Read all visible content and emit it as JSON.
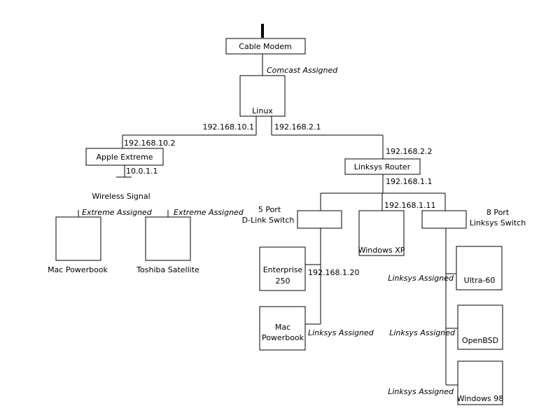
{
  "nodes": {
    "cable_modem": "Cable Modem",
    "linux": "Linux",
    "apple_extreme": "Apple Extreme",
    "linksys_router": "Linksys Router",
    "dlink_switch_label": [
      "5 Port",
      "D-Link Switch"
    ],
    "linksys_switch_label": [
      "8 Port",
      "Linksys Switch"
    ],
    "mac_powerbook_wireless": "Mac Powerbook",
    "toshiba_satellite": "Toshiba Satellite",
    "enterprise_250": [
      "Enterprise",
      "250"
    ],
    "mac_powerbook_wired": [
      "Mac",
      "Powerbook"
    ],
    "windows_xp": "Windows XP",
    "ultra_60": "Ultra-60",
    "openbsd": "OpenBSD",
    "windows_98": "Windows 98"
  },
  "addresses": {
    "linux_to_apple": "192.168.10.1",
    "linux_to_linksys": "192.168.2.1",
    "apple_extreme_wan": "192.168.10.2",
    "apple_extreme_lan": "10.0.1.1",
    "linksys_router_wan": "192.168.2.2",
    "linksys_router_lan": "192.168.1.1",
    "windows_xp": "192.168.1.11",
    "enterprise_250": "192.168.1.20"
  },
  "annotations": {
    "comcast_assigned": "Comcast Assigned",
    "wireless_signal": "Wireless Signal",
    "extreme_assigned_1": "Extreme Assigned",
    "extreme_assigned_2": "Extreme Assigned",
    "linksys_assigned_mac": "Linksys Assigned",
    "linksys_assigned_ultra": "Linksys Assigned",
    "linksys_assigned_openbsd": "Linksys Assigned",
    "linksys_assigned_win98": "Linksys Assigned"
  }
}
